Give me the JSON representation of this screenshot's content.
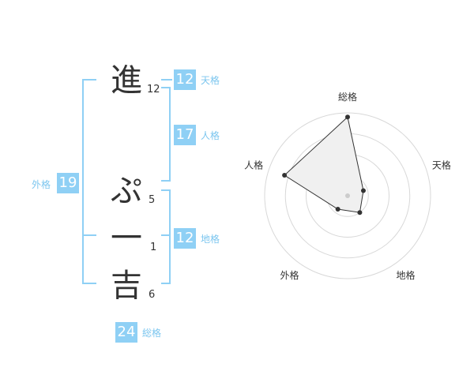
{
  "characters": [
    {
      "char": "進",
      "strokes": "12"
    },
    {
      "char": "ぷ",
      "strokes": "5"
    },
    {
      "char": "一",
      "strokes": "1"
    },
    {
      "char": "吉",
      "strokes": "6"
    }
  ],
  "fortunes": {
    "tenkaku": {
      "value": "12",
      "label": "天格"
    },
    "jinkaku": {
      "value": "17",
      "label": "人格"
    },
    "chikaku": {
      "value": "12",
      "label": "地格"
    },
    "gaikaku": {
      "value": "19",
      "label": "外格"
    },
    "soukaku": {
      "value": "24",
      "label": "総格"
    }
  },
  "radar": {
    "axes": [
      "総格",
      "天格",
      "地格",
      "外格",
      "人格"
    ],
    "values": [
      0.95,
      0.2,
      0.25,
      0.2,
      0.8
    ],
    "max": 1,
    "rings": 4,
    "fill_color": "#f0f0f0",
    "line_color": "#333333",
    "ring_color": "#d8d8d8"
  },
  "colors": {
    "accent": "#8fd0f5",
    "label": "#7cc6ef"
  }
}
